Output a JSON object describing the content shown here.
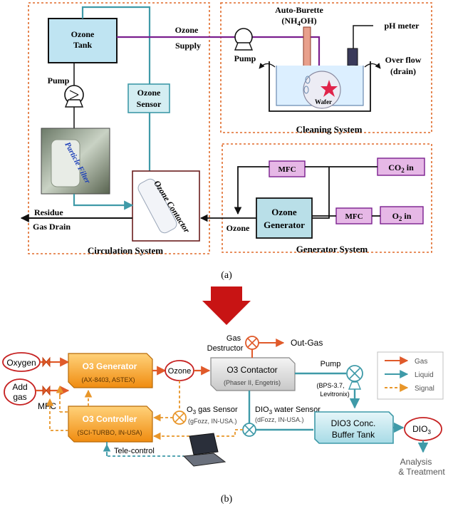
{
  "part_a": {
    "caption": "(a)",
    "ozone_tank": "Ozone",
    "ozone_tank_2": "Tank",
    "pump_left": "Pump",
    "ozone_sensor": "Ozone",
    "ozone_sensor_2": "Sensor",
    "particle_filter": "Particle Filter",
    "ozone_contactor": "Ozone Contactor",
    "residue": "Residue",
    "gas_drain": "Gas Drain",
    "circulation_system": "Circulation System",
    "ozone_supply": "Ozone",
    "ozone_supply_2": "Supply",
    "pump_right": "Pump",
    "auto_burette": "Auto-Burette",
    "auto_burette_2": "(NH",
    "auto_burette_sub": "4",
    "auto_burette_3": "OH)",
    "ph_meter": "pH meter",
    "over_flow": "Over flow",
    "drain": "(drain)",
    "wafer": "Wafer",
    "cleaning_system": "Cleaning System",
    "mfc_top": "MFC",
    "co2_in": "CO",
    "co2_sub": "2",
    "co2_in_2": " in",
    "ozone_generator": "Ozone",
    "ozone_generator_2": "Generator",
    "mfc_bottom": "MFC",
    "o2_in": "O",
    "o2_sub": "2",
    "o2_in_2": " in",
    "ozone_out": "Ozone",
    "generator_system": "Generator System"
  },
  "part_b": {
    "caption": "(b)",
    "oxygen": "Oxygen",
    "add_gas": "Add",
    "add_gas_2": "gas",
    "mfc": "MFC",
    "o3_generator": "O3 Generator",
    "o3_generator_sub": "(AX-8403, ASTEX)",
    "ozone": "Ozone",
    "o3_controller": "O3 Controller",
    "o3_controller_sub": "(SCI-TURBO, IN-USA)",
    "gas_destructor": "Gas",
    "gas_destructor_2": "Destructor",
    "out_gas": "Out-Gas",
    "o3_contactor": "O3 Contactor",
    "o3_contactor_sub": "(Phaser II, Engetris)",
    "pump": "Pump",
    "pump_sub": "(BPS-3.7,",
    "pump_sub_2": "Levitronix)",
    "o3_gas_sensor": "O",
    "o3_gas_sensor_sub": "3",
    "o3_gas_sensor_2": " gas Sensor",
    "o3_gas_sensor_model": "(gFozz, IN-USA.)",
    "dio3_water_sensor": "DIO",
    "dio3_water_sensor_sub": "3",
    "dio3_water_sensor_2": " water Sensor",
    "dio3_water_sensor_model": "(dFozz, IN-USA.)",
    "buffer_tank": "DIO3 Conc.",
    "buffer_tank_2": "Buffer Tank",
    "dio3": "DIO",
    "dio3_sub": "3",
    "tele_control": "Tele-control",
    "analysis": "Analysis",
    "treatment": "& Treatment",
    "legend_gas": "Gas",
    "legend_liquid": "Liquid",
    "legend_signal": "Signal"
  },
  "colors": {
    "system_border": "#e06a2a",
    "ozone_line": "#7a1f8e",
    "liquid": "#3f9aa8",
    "gas": "#e05a2a",
    "signal": "#e8962a",
    "transition_arrow": "#c81414",
    "tank_fill": "#bfe4f2",
    "mfc_fill": "#e6b8e6",
    "generator_fill": "#b9dfe8",
    "orange_box": "#f59a1c"
  }
}
